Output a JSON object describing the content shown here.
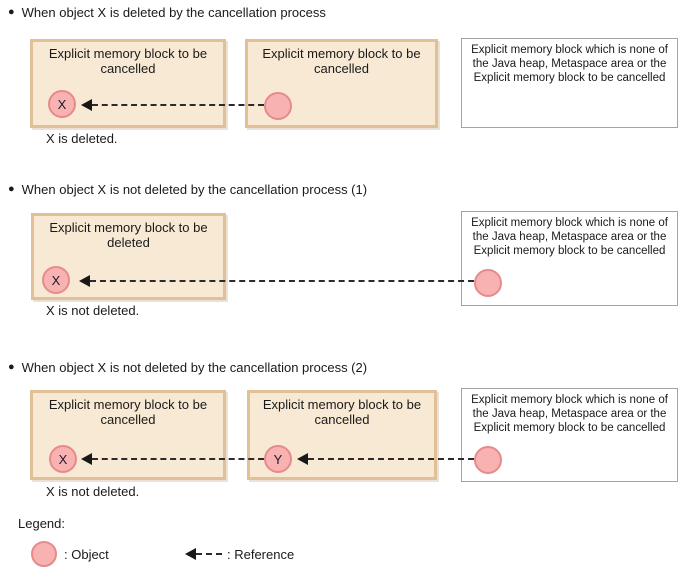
{
  "icons": {
    "bullet": "●"
  },
  "colors": {
    "block_fill": "#f7e9d4",
    "block_border": "#e2c097",
    "object_fill": "#f9b2b2",
    "object_border": "#e58b8b",
    "plain_block_border": "#a3a3a3",
    "arrow_color": "#2b2b2b",
    "text_color": "#1a1a1a"
  },
  "sections": [
    {
      "title": "When object X is deleted by the cancellation process",
      "caption": "X is deleted.",
      "blocks": [
        {
          "label": "Explicit memory block to be cancelled"
        },
        {
          "label": "Explicit memory block to be cancelled"
        }
      ],
      "plain_block_label": "Explicit memory block which is none of the Java heap, Metaspace area or the Explicit memory block to be cancelled",
      "objects": [
        {
          "label": "X"
        },
        {
          "label": ""
        }
      ]
    },
    {
      "title": "When object X is not deleted by the cancellation process (1)",
      "caption": "X is not deleted.",
      "blocks": [
        {
          "label": "Explicit memory block to be deleted"
        }
      ],
      "plain_block_label": "Explicit memory block which is none of the Java heap, Metaspace area or the Explicit memory block to be cancelled",
      "objects": [
        {
          "label": "X"
        },
        {
          "label": ""
        }
      ]
    },
    {
      "title": "When object X is not deleted by the cancellation process (2)",
      "caption": "X is not deleted.",
      "blocks": [
        {
          "label": "Explicit memory block to be cancelled"
        },
        {
          "label": "Explicit memory block to be cancelled"
        }
      ],
      "plain_block_label": "Explicit memory block which is none of the Java heap, Metaspace area or the Explicit memory block to be cancelled",
      "objects": [
        {
          "label": "X"
        },
        {
          "label": "Y"
        },
        {
          "label": ""
        }
      ]
    }
  ],
  "legend": {
    "title": "Legend:",
    "object_label": ": Object",
    "reference_label": ": Reference"
  }
}
